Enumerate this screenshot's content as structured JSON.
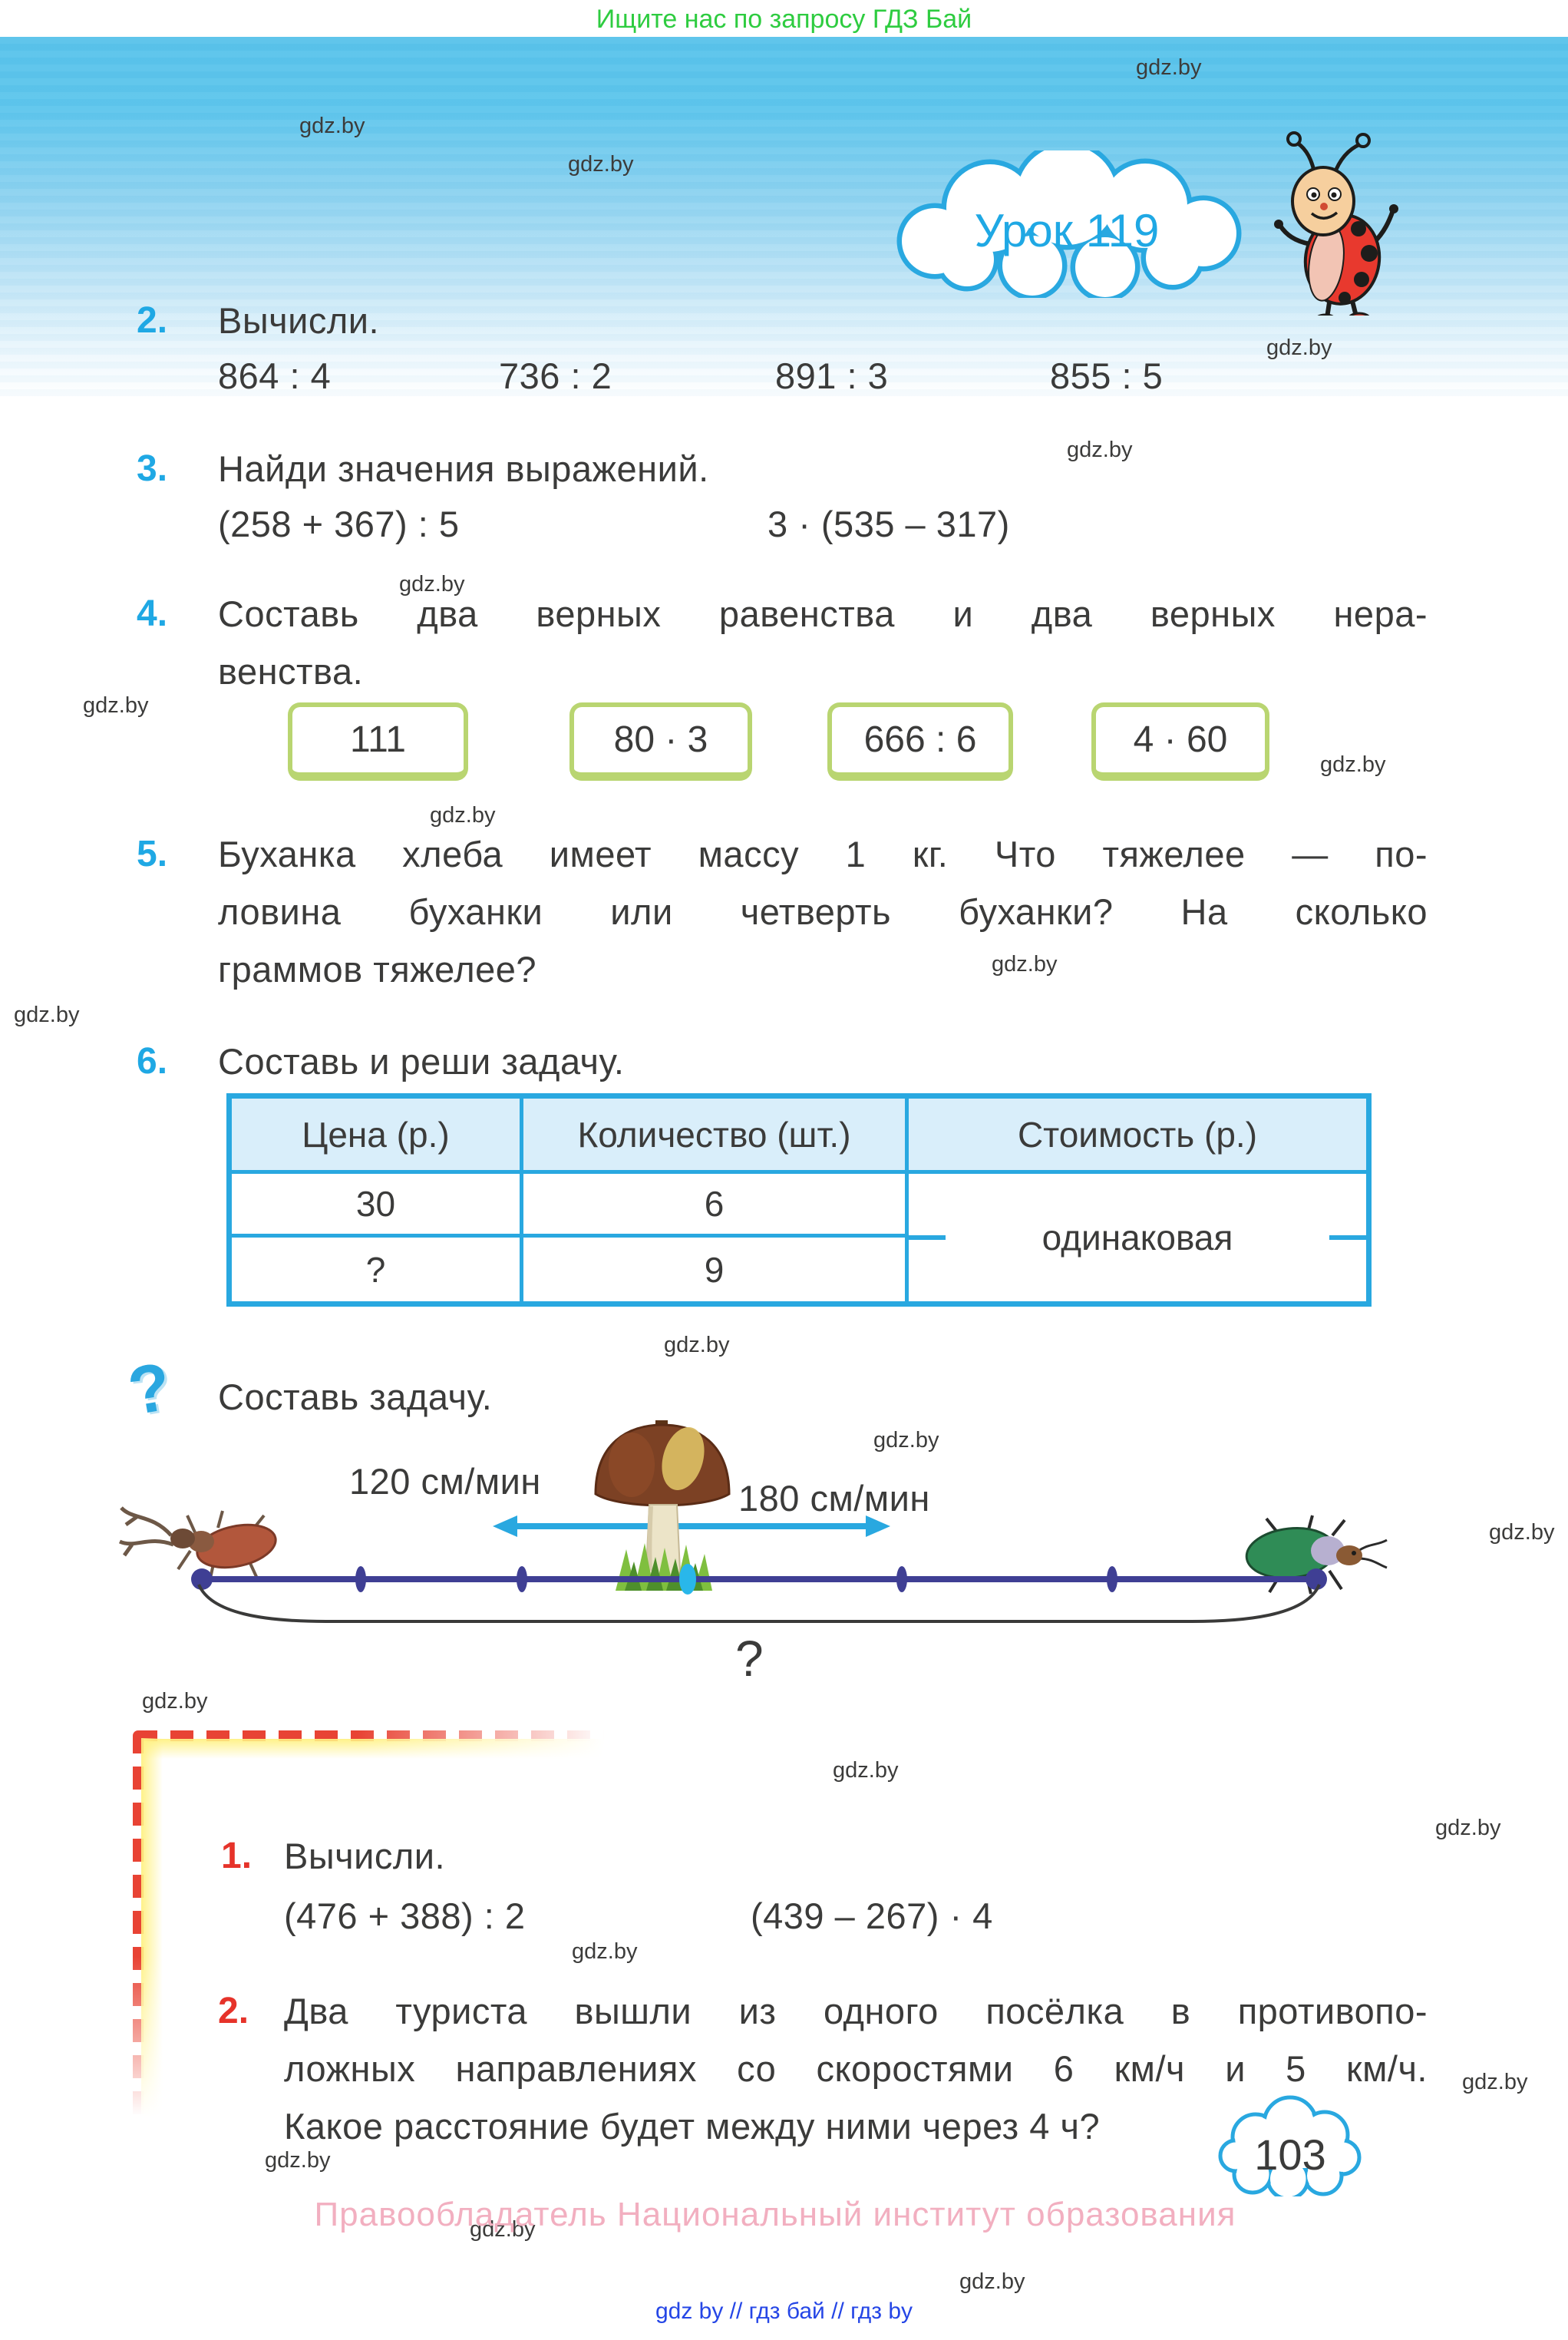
{
  "banner": {
    "text": "Ищите нас по запросу ГДЗ Бай"
  },
  "lesson": {
    "title": "Урок 119"
  },
  "watermark": "gdz.by",
  "exercise2": {
    "number": "2.",
    "title": "Вычисли.",
    "items": [
      "864 : 4",
      "736 : 2",
      "891 : 3",
      "855 : 5"
    ]
  },
  "exercise3": {
    "number": "3.",
    "title": "Найди значения выражений.",
    "items": [
      "(258 + 367) : 5",
      "3 · (535 – 317)"
    ]
  },
  "exercise4": {
    "number": "4.",
    "line1": "Составь два верных равенства и два верных нера-",
    "line2": "венства.",
    "cards": [
      "111",
      "80 · 3",
      "666 : 6",
      "4 · 60"
    ]
  },
  "exercise5": {
    "number": "5.",
    "line1": "Буханка хлеба имеет массу 1 кг. Что тяжелее — по-",
    "line2": "ловина буханки или четверть буханки? На сколько",
    "line3": "граммов тяжелее?"
  },
  "exercise6": {
    "number": "6.",
    "title": "Составь и реши задачу.",
    "table": {
      "headers": [
        "Цена (р.)",
        "Количество (шт.)",
        "Стоимость (р.)"
      ],
      "row1": [
        "30",
        "6"
      ],
      "row2": [
        "?",
        "9"
      ],
      "merged": "одинаковая"
    }
  },
  "compose": {
    "icon": "?",
    "title": "Составь задачу."
  },
  "diagram": {
    "left_speed": "120 см/мин",
    "right_speed": "180 см/мин",
    "question": "?"
  },
  "boxed": {
    "exercise1": {
      "number": "1.",
      "title": "Вычисли.",
      "items": [
        "(476 + 388) : 2",
        "(439 – 267) · 4"
      ]
    },
    "exercise2": {
      "number": "2.",
      "line1": "Два туриста вышли из одного посёлка в противопо-",
      "line2": "ложных направлениях со скоростями 6 км/ч и 5 км/ч.",
      "line3": "Какое расстояние будет между ними через 4 ч?"
    }
  },
  "footer": {
    "page_number": "103",
    "copyright": "Правообладатель Национальный институт образования",
    "links": "gdz by  //  гдз бай  //  гдз by"
  },
  "colors": {
    "accent_blue": "#29a8e0",
    "number_blue": "#1fa8e4",
    "accent_red": "#e6332a",
    "card_border_green": "#b9d571",
    "line_indigo": "#3f3f94",
    "center_dot_cyan": "#29b7ea",
    "banner_green": "#2ecc40",
    "copyright_pink": "#f2afc0",
    "footer_blue": "#2546e6",
    "table_header_bg": "#d9eefa"
  }
}
